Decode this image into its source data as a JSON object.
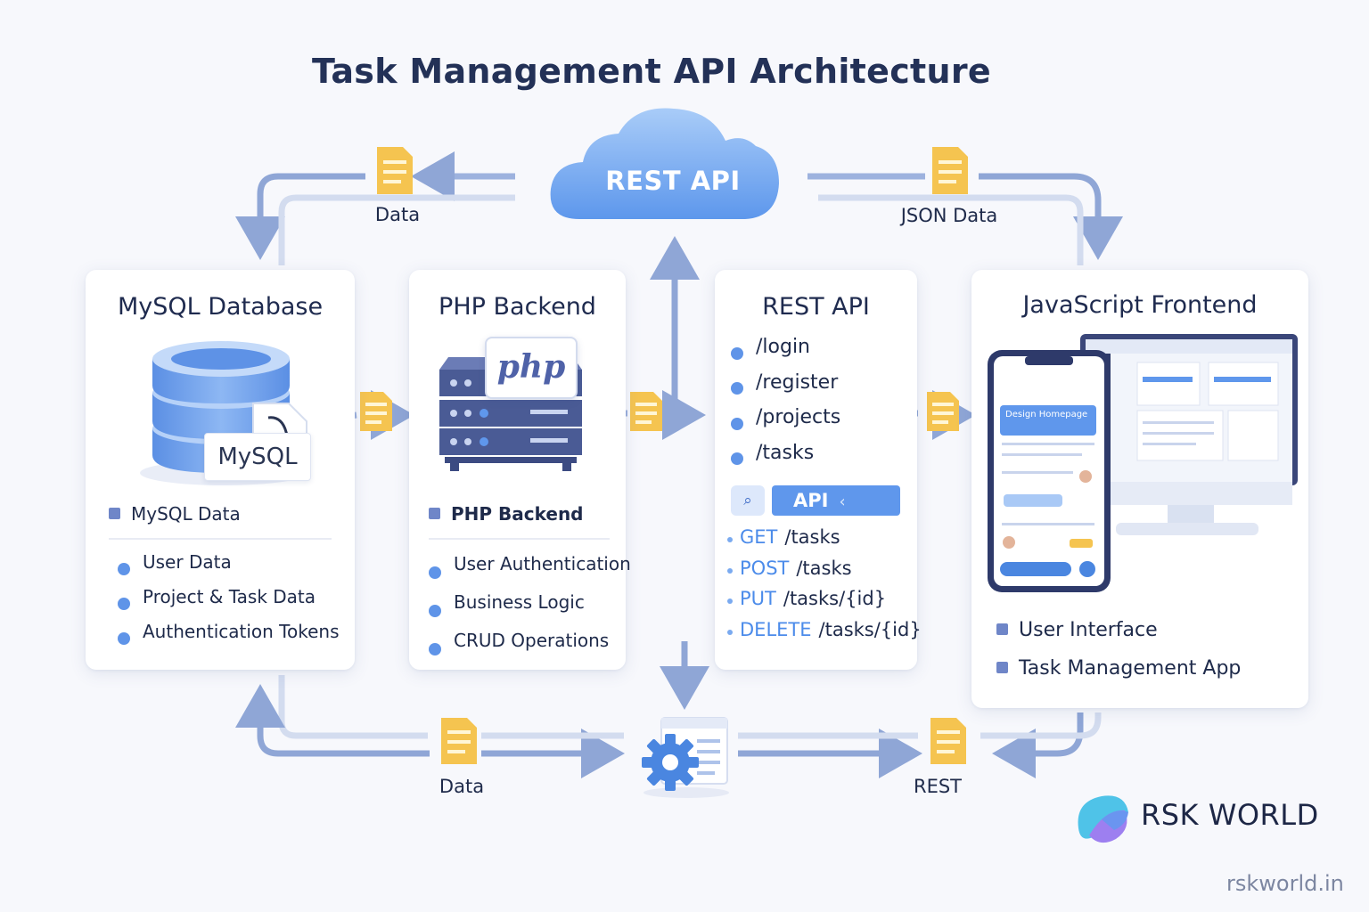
{
  "title": "Task Management API Architecture",
  "colors": {
    "accent": "#5f97ec",
    "arrow": "#8fa6d6",
    "doc": "#f5c450",
    "server": "#4a5b95"
  },
  "cloud": {
    "label": "REST API",
    "icon": "cloud-icon"
  },
  "flow_labels": {
    "top_left": "Data",
    "top_right": "JSON Data",
    "bottom_left": "Data",
    "bottom_right": "REST"
  },
  "mysql": {
    "title": "MySQL Database",
    "logo_text": "MySQL",
    "section_label": "MySQL Data",
    "items": [
      "User Data",
      "Project & Task Data",
      "Authentication Tokens"
    ]
  },
  "php": {
    "title": "PHP Backend",
    "logo_text": "php",
    "section_label": "PHP Backend",
    "items": [
      "User Authentication",
      "Business Logic",
      "CRUD Operations"
    ]
  },
  "rest": {
    "title": "REST API",
    "endpoints": [
      "/login",
      "/register",
      "/projects",
      "/tasks"
    ],
    "api_label": "API",
    "api_chevron": "‹",
    "methods": [
      {
        "verb": "GET",
        "path": "/tasks"
      },
      {
        "verb": "POST",
        "path": "/tasks"
      },
      {
        "verb": "PUT",
        "path": "/tasks/{id}"
      },
      {
        "verb": "DELETE",
        "path": "/tasks/{id}"
      }
    ]
  },
  "frontend": {
    "title": "JavaScript Frontend",
    "items": [
      "User Interface",
      "Task Management App"
    ],
    "phone_card_title": "Design Homepage"
  },
  "brand": {
    "name": "RSK WORLD",
    "url": "rskworld.in"
  }
}
